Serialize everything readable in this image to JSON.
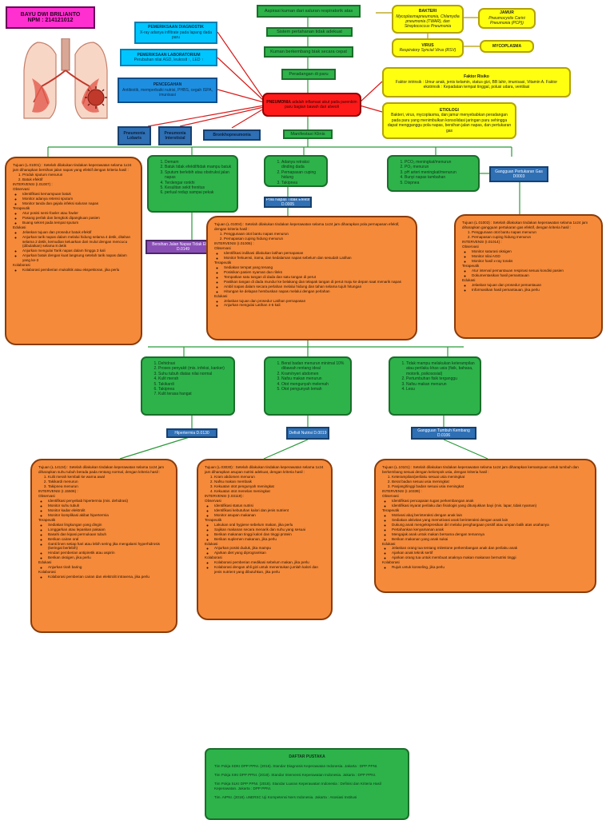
{
  "author": {
    "name": "BAYU DWI BRILIANTO",
    "npm": "NPM : 214121012"
  },
  "flow": [
    "Aspirasi kuman dari saluran respiratorik atas",
    "Sistem pertahanan tidak adekuat",
    "Kuman berkembang biak secara cepat",
    "Peradangan di paru"
  ],
  "pneumonia": {
    "label": "PNEUMONIA",
    "text": " adalah inflamasi akut pada parenkim paru bagian bawah dari alveoli"
  },
  "manifest_label": "Manifestasi Klinis",
  "types": [
    "Pneumonia Lobaris",
    "Pneumonia Interstisial",
    "Bronkhopneumonia"
  ],
  "left_info": [
    {
      "title": "PEMERIKSAAN DIAGNOSTIK",
      "text": "X-ray adanya infiltrate pada lapang dada paru"
    },
    {
      "title": "PEMERIKSAAN LABORATORIUM",
      "text": "Perubahan nilai AGD, leukosit ↑, LED ↑"
    },
    {
      "title": "PENCEGAHAN",
      "text": "Antibiotik, memperbaiki nutrisi, PHBS, cegah ISPA, imunisasi"
    }
  ],
  "causes": {
    "bakteri_title": "BAKTERI",
    "bakteri_text": "Mycoplasmapneumonia, Chlamydia pneumonia (TWAR), dan Streptococcus Pneumonia",
    "jamur_title": "JAMUR",
    "jamur_text": "Pneumocystis Carini Pneumonia (PCP))",
    "virus_title": "VIRUS",
    "virus_text": "Respiratory Syncial Virus (RSV)",
    "myco": "MYCOPLASMA"
  },
  "faktor": {
    "title": "Faktor Risiko",
    "text": "Faktor intrinsik : Umur anak, jenis kelamin, status gizi, BB lahir, imunisasi, Vitamin A. Faktor ekstrinsik : Kepadatan tempat tinggal, polusi udara, ventilasi"
  },
  "etiologi": {
    "title": "ETIOLOGI",
    "text": "Bakteri, virus, mycoplasma, dan jamur menyebabkan peradangan pada paru yang menimbulkan konsolidasi jaringan paru sehingga dapat mengganggu pola napas, bersihan jalan napas, dan pertukaran gas"
  },
  "symptoms": {
    "s1": [
      "Demam",
      "Batuk tidak efektif/tidak mampu batuk",
      "Sputum berlebih atau obstruksi jalan napas",
      "Terdengar ronkhi",
      "Kesulitan sekit frenitus",
      "perlual redup sampai pekak"
    ],
    "s2": [
      "Adanya retraksi dinding dada",
      "Pernapasan cuping hidung",
      "Takipnea"
    ],
    "s3": [
      "PCO₂ meningkat/menurun",
      "PO₂ menurun",
      "pH arteri meningkat/menurun",
      "Bunyi napas tambahan",
      "Dispnea"
    ],
    "s4": [
      "Dehidrasi",
      "Proses penyakit (mis. infeksi, kanker)",
      "Suhu tubuh diatas nilai normal",
      "Kulit merah",
      "Takikardi",
      "Takipnea",
      "Kulit terasa hangat"
    ],
    "s5": [
      "Berat badan menurun minimal 10% dibawah rentang ideal",
      "Kram/nyeri abdomen",
      "Nafsu makan menurun",
      "Otot mengunyah melemah",
      "Otot pengunyah lemah"
    ],
    "s6": [
      "Tidak mampu melakukan keterampilan atau perilaku khas usia (fisik, bahasa, motorik, psikososial)",
      "Pertumbuhan fisik terganggu",
      "Nafsu makan menurun",
      "Lesu"
    ]
  },
  "diagnoses": {
    "d1": "Bersihan Jalan Napas Tidak Efektif D.0149",
    "d2": "Pola Napas Tidak Efektif D.0005",
    "d3": "Gangguan Pertukaran Gas D0003",
    "d4": "Hipertermia D.0130",
    "d5": "Defisit Nutrisi D.0019",
    "d6": "Gangguan Tumbuh Kembang D.0106"
  },
  "plans": {
    "p1": {
      "intro": "Tujuan (L.01001) : Setelah dilakukan tindakan keperawatan selama 1x24 jam diharapkan bersihan jalan napas yang efektif dengan kriteria hasil :",
      "criteria": [
        "Produk sputum menurun",
        "Batuk efektif"
      ],
      "intervensi": "INTERVENSI (I.01007) :",
      "sections": [
        {
          "h": "Observasi",
          "items": [
            "Identifikasi kemampuan batuk",
            "Monitor adanya retensi sputum",
            "Monitor tanda dan gejala infeksi saluran napas"
          ]
        },
        {
          "h": "Terapeutik",
          "items": [
            "Atur posisi semi-fowler atau fowler",
            "Pasang perlak dan bengkok dipangkuan pasien",
            "Buang sekret pada tempat sputum"
          ]
        },
        {
          "h": "Edukasi",
          "items": [
            "Jelaskan tujuan dan prosedur batuk efektif",
            "Anjurkan tarik napas dalam melalui hidung selama 4 detik, ditahan selama 2 detik, kemudian keluarkan dari mulut dengan mencucu (dibulatkan) selama 8 detik",
            "Anjurkan mengulai Tarik napas dalam hingga 3 kali",
            "Anjurkan batuk dengan kuat langsung setelah tarik napas dalam yang ke-3"
          ]
        },
        {
          "h": "Kolaborasi",
          "items": [
            "Kolaborasi pemberian mukolitik atau ekspektoran, jika perlu"
          ]
        }
      ]
    },
    "p2": {
      "intro": "Tujuan (L.01004) : Setelah dilakukan tindakan keperawatan selama 1x24 jam diharapkan pola pernapasan efektif, dengan kriteria hasil :",
      "criteria": [
        "Penggunaan otot bantu napas menurun",
        "Pernapasan cuping hidung menurun"
      ],
      "intervensi": "INTERVENSI (I.01006) :",
      "sections": [
        {
          "h": "Observasi",
          "items": [
            "Identifikasi indikasi dilakukan latihan pernapasan",
            "Monitor frekuensi, irama, dan kedalaman napas sebelum dan sesudah Latihan"
          ]
        },
        {
          "h": "Terapeutik",
          "items": [
            "Sediakan tempat yang tenang",
            "Posisikan pasien nyaman dan rileks",
            "Tempatkan satu tangan di dada dan satu tangan di perut",
            "Pastikan tangan di dada mundur ke belakang dan telapak tangan di perut maju ke depan saat menarik napas",
            "Ambil napas dalam secara perlahan melalui hidung dan tahan selama tujuh hitungan",
            "Hitungan ke delapan hembuskan napas melalui dengan perlahan"
          ]
        },
        {
          "h": "Edukasi",
          "items": [
            "Jelaskan tujuan dan prosedur Latihan pernapasan",
            "Anjurkan mengulai Latihan 4-5 kali"
          ]
        }
      ]
    },
    "p3": {
      "intro": "Tujuan (L.01003) : Setelah dilakukan tindakan keperawatan selama 1x24 jam diharapkan gangguan pertukaran gas efektif, dengan kriteria hasil :",
      "criteria": [
        "Penggunaan otot bantu napas menurun",
        "Pernapasan cuping hidung menurun"
      ],
      "intervensi": "INTERVENSI (I.01014) :",
      "sections": [
        {
          "h": "Observasi",
          "items": [
            "Monitor saturasi oksigen",
            "Monitor nilai AGD",
            "Monitor hasil x-ray toraks"
          ]
        },
        {
          "h": "Terapeutik",
          "items": [
            "Atur interval pemantauan respirasi sesuai kondisi pasien",
            "Dokumentasikan hasil pemantauan"
          ]
        },
        {
          "h": "Edukasi",
          "items": [
            "Jelaskan tujuan dan prosedur pemantauan",
            "Informasikan hasil pemantauan, jika perlu"
          ]
        }
      ]
    },
    "p4": {
      "intro": "Tujuan (L.14134) : Setelah dilakukan tindakan keperawatan selama 1x24 jam diharapkan suhu tubuh berada pada rentang normal, dengan kriteria hasil :",
      "criteria": [
        "Kulit merah kembali ke warna awal",
        "Takikardi menurun",
        "Takipnea menurun"
      ],
      "intervensi": "INTERVENSI (I.15506) :",
      "sections": [
        {
          "h": "Observasi",
          "items": [
            "Identifikasi penyebab hipertermia (mis. dehidrasi)",
            "Monitor suhu tubuh",
            "Monitor kadar elektrolit",
            "Monitor komplikasi akibat hipertermia"
          ]
        },
        {
          "h": "Terapeutik",
          "items": [
            "Sediakan lingkungan yang dingin",
            "Longgarkan atau lepaskan pakaian",
            "Basahi dan kipasi permukaan tubuh",
            "Berikan cairan oral",
            "Ganti linen setiap hari atau lebih sering jika mengalami hyperhidrosis (keringat berlebih)",
            "Hindari pemberian antipiretik atau aspirin",
            "Berikan oksigen, jika perlu"
          ]
        },
        {
          "h": "Edukasi",
          "items": [
            "Anjurkan tirah baring"
          ]
        },
        {
          "h": "Kolaborasi",
          "items": [
            "Kolaborasi pemberian cairan dan elektrolit intravena, jika perlu"
          ]
        }
      ]
    },
    "p5": {
      "intro": "Tujuan (L.03030) : Setelah dilakukan tindakan keperawatan selama 1x24 jam diharapkan asupan nutrisi adekuat, dengan kriteria hasil :",
      "criteria": [
        "Kram abdomen menurun",
        "Nafsu makan membaik",
        "Kekuatan otot pengunyah meningkat",
        "Kekuatan otot menelan meningkat"
      ],
      "intervensi": "INTERVENSI (I.03119) :",
      "sections": [
        {
          "h": "Observasi",
          "items": [
            "Identifikasi status nutrisi",
            "Identifikasi kebutuhan kalori dan jenis nutrient",
            "Monitor asupan makanan"
          ]
        },
        {
          "h": "Terapeutik",
          "items": [
            "Lakukan oral hygiene sebelum makan, jika perlu",
            "Sajikan makanan secara menarik dan suhu yang sesuai",
            "Berikan makanan tinggi kalori dan tinggi protein",
            "Berikan suplemen makanan, jika perlu"
          ]
        },
        {
          "h": "Edukasi",
          "items": [
            "Anjurkan posisi duduk, jika mampu",
            "Ajarkan diet yang diprogramkan"
          ]
        },
        {
          "h": "Kolaborasi",
          "items": [
            "Kolaborasi pemberian medikasi sebelum makan, jika perlu",
            "Kolaborasi dengan ahli gizi untuk menentukan jumlah kalori dan jenis nutrient yang dibutuhkan, jika perlu"
          ]
        }
      ]
    },
    "p6": {
      "intro": "Tujuan (L.10101) : Setelah dilakukan tindakan keperawatan selama 1x24 jam diharapkan kemampuan untuk tumbuh dan berkembang sesuai dengan kelompok usia, dengan kriteria hasil :",
      "criteria": [
        "Keterampilan/perilaku sesuai usia meningkat",
        "Berat badan sesuai usia meningkat",
        "Panjang/tinggi badan sesuai usia meningkat"
      ],
      "intervensi": "INTERVENSI (I.10339) :",
      "sections": [
        {
          "h": "Observasi",
          "items": [
            "Identifikasi pencapaian tugas perkembangan anak",
            "Identifikasi isyarat perilaku dan fisiologis yang ditunjukkan bayi (mis. lapar, tidak nyaman)"
          ]
        },
        {
          "h": "Terapeutik",
          "items": [
            "Motivasi abaj berinteraksi dengan anak lain",
            "Sediakan aktivitas yang memotivasi anak berinteraksi dengan anak lain",
            "Dukung anak mengekspresikan diri melalui penghargaan positif atau umpan balik atas usahanya",
            "Pertahankan kenyamanan anak",
            "Mengajak anak untuk makan bersama dengan temannya",
            "Berikan makanan yang anak sukai"
          ]
        },
        {
          "h": "Edukasi",
          "items": [
            "Jelaskan orang tua tentang milestone perkembangan anak dan perilaku anak",
            "Ajarkan anak teknik sertif",
            "Ajarkan orang tua untuk membuat anaknya makan makanan bernutrisi tinggi"
          ]
        },
        {
          "h": "Kolaborasi",
          "items": [
            "Rujuk untuk konseling, jika perlu"
          ]
        }
      ]
    }
  },
  "references": {
    "title": "DAFTAR PUSTAKA",
    "items": [
      "Tim Pokja SDKI DPP PPNI. (2016). Standar Diagnosis Keperawatan Indonesia. Jakarta : DPP PPNI.",
      "Tim Pokja SIKI DPP PPNI. (2018). Standar Intervensi Keperawatan Indonesia. Jakarta : DPP PPNI.",
      "Tim Pokja SLKI DPP PPNI. (2018). Standar Luaran Keperawatan Indonesia : Definisi dan Kriteria Hasil Keperawatan. Jakarta : DPP PPNI.",
      "Tim. AIPNI. (2018). uNERSC Uji Kompetensi Ners Indonesia. Jakarta : Asosiasi Institusi"
    ]
  },
  "colors": {
    "green": "#2db34a",
    "orange": "#f58a3a",
    "yellow": "#ffff10",
    "red": "#ff1a1a",
    "cyan": "#00c6ff",
    "blue": "#1e8fe0"
  }
}
